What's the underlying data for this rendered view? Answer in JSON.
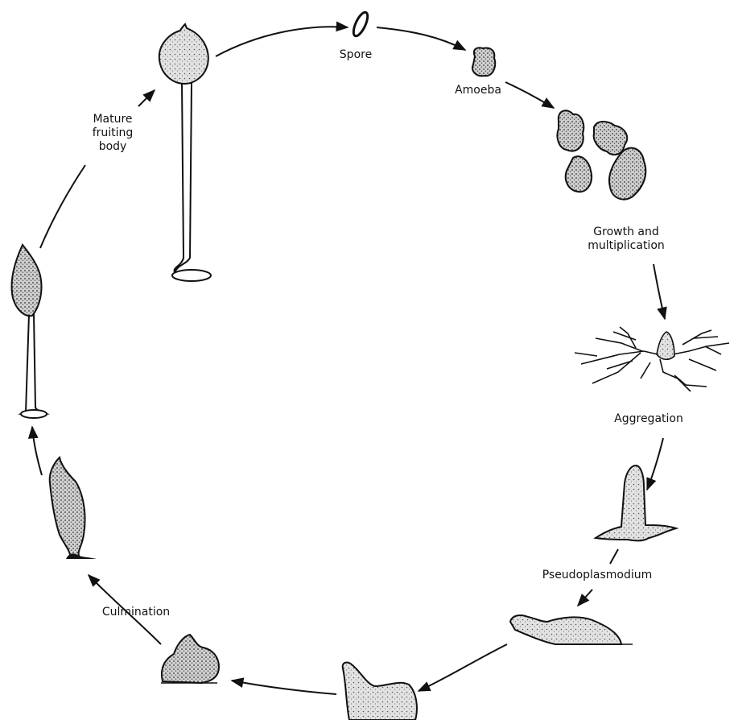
{
  "labels": {
    "spore": "Spore",
    "amoeba": "Amoeba",
    "growth": "Growth and\nmultiplication",
    "aggregation": "Aggregation",
    "pseudoplasmodium": "Pseudoplasmodium",
    "culmination": "Culmination",
    "mature": "Mature\nfruiting\nbody"
  },
  "colors": {
    "ink": "#111111",
    "fill": "#d8d8d8",
    "paper": "#ffffff"
  }
}
